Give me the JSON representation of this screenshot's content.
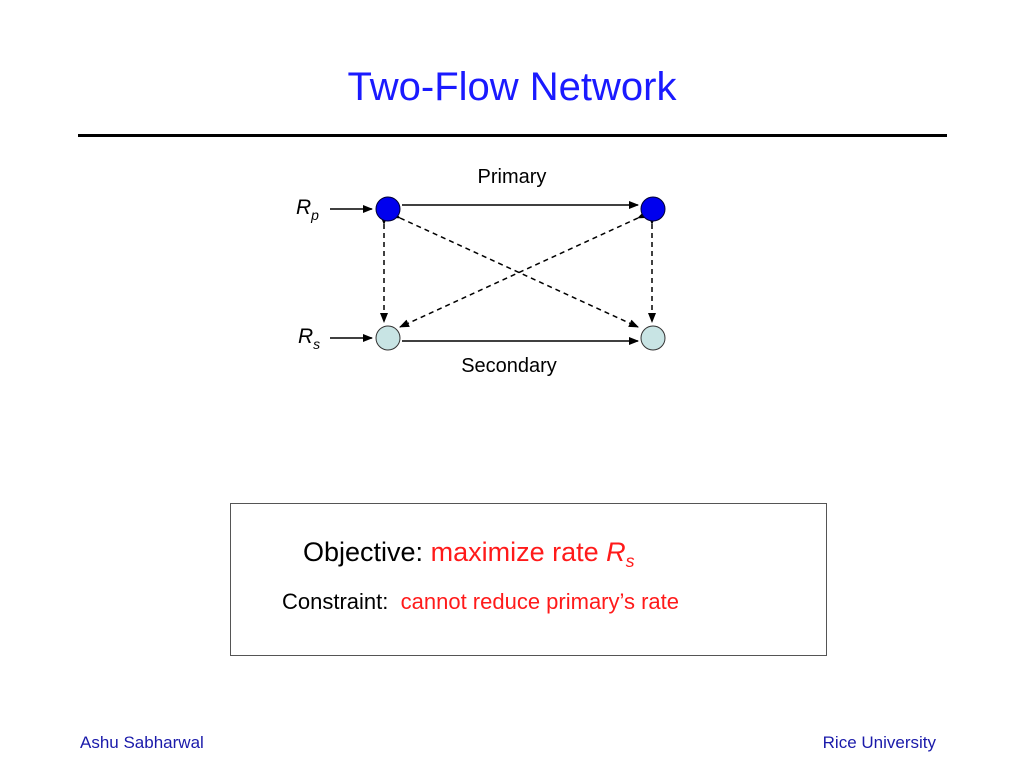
{
  "slide": {
    "title": "Two-Flow Network"
  },
  "diagram": {
    "primary_label": "Primary",
    "secondary_label": "Secondary",
    "rate_primary_main": "R",
    "rate_primary_sub": "p",
    "rate_secondary_main": "R",
    "rate_secondary_sub": "s",
    "colors": {
      "primary_node": "#0000ee",
      "secondary_node": "#c8e4e4",
      "edge": "#000000"
    }
  },
  "objective": {
    "label": "Objective:",
    "text": "maximize rate",
    "var_main": "R",
    "var_sub": "s"
  },
  "constraint": {
    "label": "Constraint:",
    "text": "cannot reduce primary’s rate"
  },
  "footer": {
    "author": "Ashu Sabharwal",
    "institution": "Rice University"
  }
}
